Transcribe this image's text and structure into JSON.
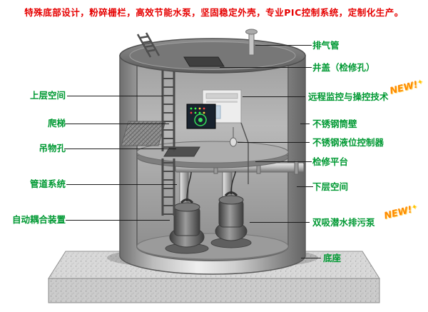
{
  "headline": "特殊底部设计，粉碎栅栏，高效节能水泵，坚固稳定外壳，专业PIC控制系统，定制化生产。",
  "colors": {
    "headline_red": "#e60000",
    "label_green": "#009933",
    "new_badge_orange": "#ff8a00",
    "leader_line": "#1c1c1c",
    "tank_gray": "#b5b5b5",
    "base_concrete": "#d9d9d9"
  },
  "icons": {
    "sparkle_glyph": "✦"
  },
  "labels": {
    "left": [
      {
        "id": "upper-space",
        "text": "上层空间"
      },
      {
        "id": "ladder",
        "text": "爬梯"
      },
      {
        "id": "lifting-hole",
        "text": "吊物孔"
      },
      {
        "id": "piping-system",
        "text": "管道系统"
      },
      {
        "id": "auto-coupling",
        "text": "自动耦合装置"
      }
    ],
    "right": [
      {
        "id": "vent-pipe",
        "text": "排气管"
      },
      {
        "id": "manhole-cover",
        "text": "井盖（检修孔）"
      },
      {
        "id": "remote-monitoring",
        "text": "远程监控与操控技术",
        "badge": "NEW!"
      },
      {
        "id": "stainless-shell",
        "text": "不锈钢筒壁"
      },
      {
        "id": "level-controller",
        "text": "不锈钢液位控制器"
      },
      {
        "id": "service-platform",
        "text": "检修平台"
      },
      {
        "id": "lower-space",
        "text": "下层空间"
      },
      {
        "id": "sewage-pump",
        "text": "双吸潜水排污泵",
        "badge": "NEW!"
      },
      {
        "id": "base",
        "text": "底座"
      }
    ]
  }
}
